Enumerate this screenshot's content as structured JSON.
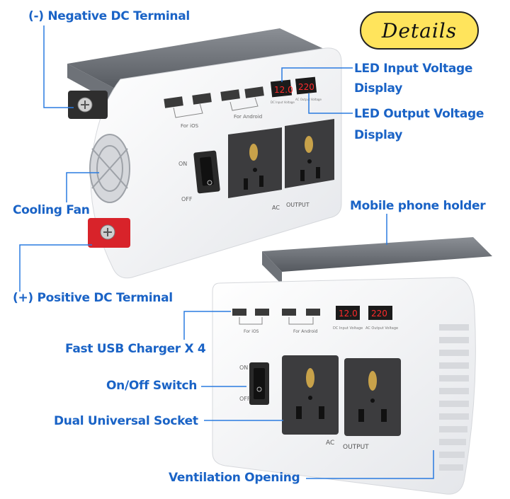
{
  "badge": {
    "text": "Details"
  },
  "callouts": {
    "negative_terminal": "(-) Negative DC Terminal",
    "led_input_line1": "LED Input Voltage",
    "led_input_line2": "Display",
    "led_output_line1": "LED Output Voltage",
    "led_output_line2": "Display",
    "cooling_fan": "Cooling Fan",
    "phone_holder": "Mobile phone holder",
    "positive_terminal": "(+) Positive DC Terminal",
    "usb_charger": "Fast USB Charger X 4",
    "on_off_switch": "On/Off Switch",
    "dual_socket": "Dual Universal Socket",
    "ventilation": "Ventilation Opening"
  },
  "device_top": {
    "for_ios": "For iOS",
    "for_android": "For Android",
    "on": "ON",
    "off": "OFF",
    "ac": "AC",
    "output": "OUTPUT",
    "input_display_value": "12.0",
    "output_display_value": "220",
    "input_display_caption": "DC Input Voltage",
    "output_display_caption": "AC Output Voltage"
  },
  "device_bottom": {
    "for_ios": "For iOS",
    "for_android": "For Android",
    "on": "ON",
    "off": "OFF",
    "ac": "AC",
    "output": "OUTPUT",
    "input_display_value": "12.0",
    "output_display_value": "220",
    "input_display_caption": "DC Input Voltage",
    "output_display_caption": "AC Output Voltage"
  },
  "colors": {
    "callout_text": "#1a63c6",
    "callout_line": "#2a7be0",
    "badge_fill": "#ffe45c",
    "led_red": "#ff2a2a",
    "terminal_red": "#d8232a"
  }
}
